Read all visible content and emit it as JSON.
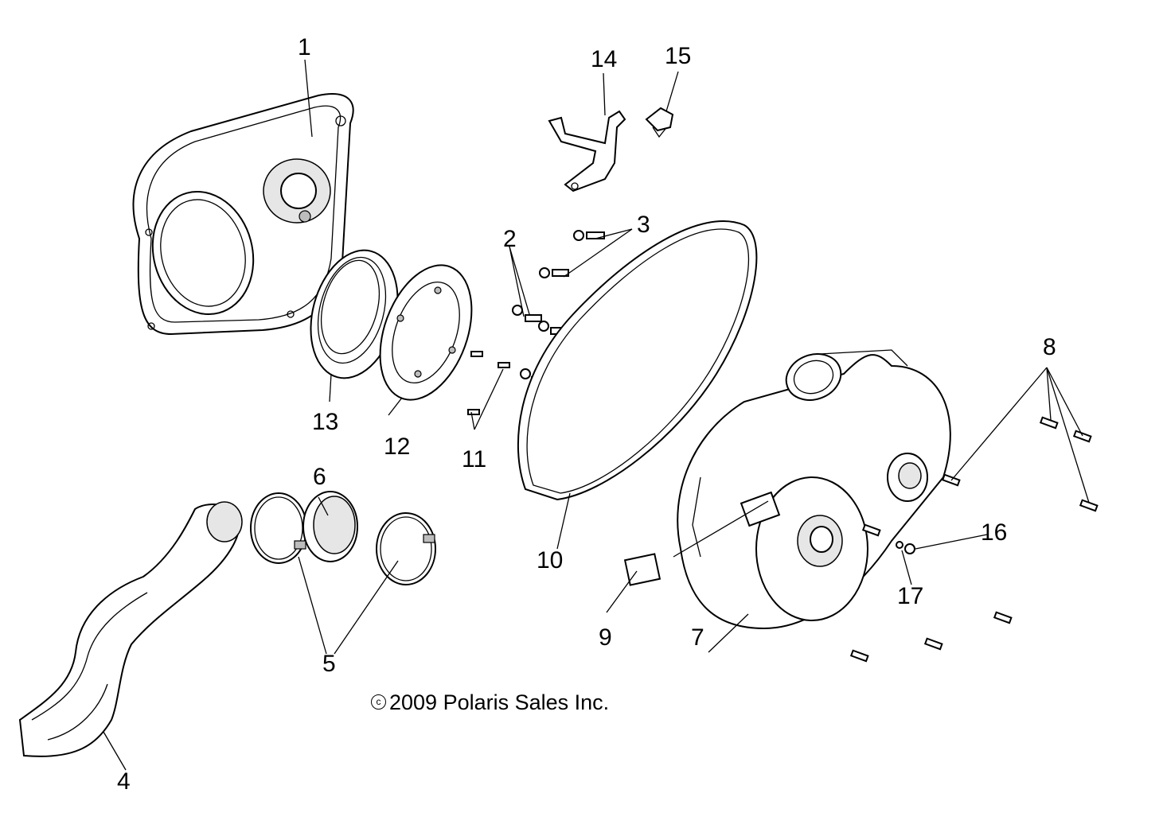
{
  "colors": {
    "line": "#000000",
    "background": "#ffffff",
    "shading": "#e6e6e6"
  },
  "callouts": {
    "c1": "1",
    "c2": "2",
    "c3": "3",
    "c4": "4",
    "c5": "5",
    "c6": "6",
    "c7": "7",
    "c8": "8",
    "c9": "9",
    "c10": "10",
    "c11": "11",
    "c12": "12",
    "c13": "13",
    "c14": "14",
    "c15": "15",
    "c16": "16",
    "c17": "17"
  },
  "copyright": {
    "symbol": "c",
    "text": "2009 Polaris Sales Inc."
  }
}
